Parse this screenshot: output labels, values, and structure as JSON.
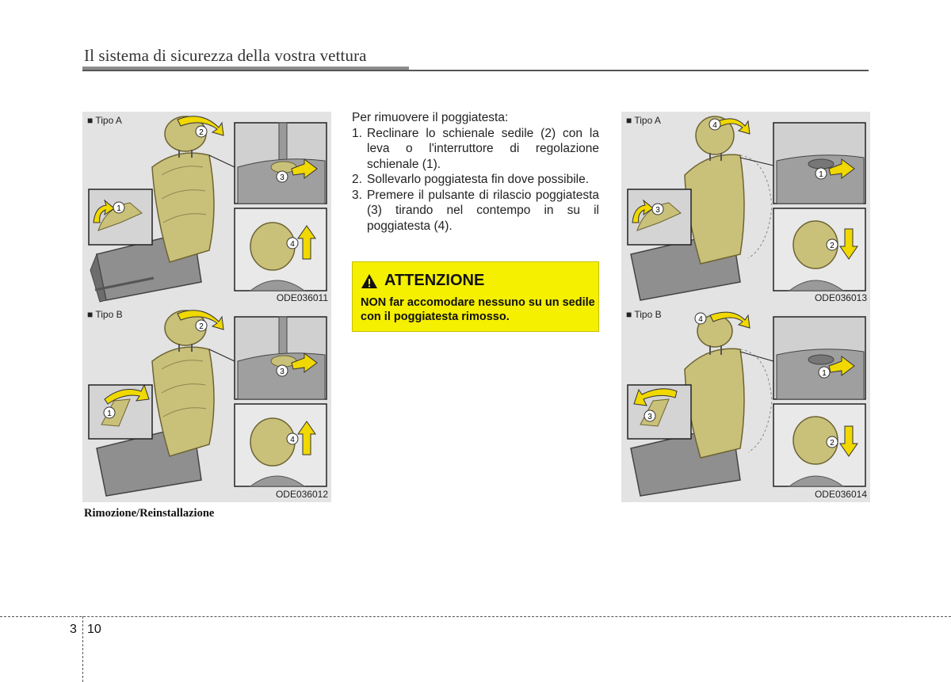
{
  "header": {
    "title": "Il sistema di sicurezza della vostra vettura"
  },
  "figures": [
    {
      "type_label": "■ Tipo A",
      "code": "ODE036011"
    },
    {
      "type_label": "■ Tipo B",
      "code": "ODE036012"
    },
    {
      "type_label": "■ Tipo A",
      "code": "ODE036013"
    },
    {
      "type_label": "■ Tipo B",
      "code": "ODE036014"
    }
  ],
  "instructions": {
    "intro": "Per rimuovere il poggiatesta:",
    "steps": [
      {
        "num": "1.",
        "text": "Reclinare lo schienale sedile (2) con la leva o l'interruttore di regolazione schienale (1)."
      },
      {
        "num": "2.",
        "text": "Sollevarlo poggiatesta fin dove possibile."
      },
      {
        "num": "3.",
        "text": "Premere il pulsante di rilascio poggiatesta (3) tirando nel contempo in su il poggiatesta (4)."
      }
    ]
  },
  "warning": {
    "title": "ATTENZIONE",
    "body": "NON far accomodare nessuno su un sedile con il poggiatesta rimosso."
  },
  "caption": "Rimozione/Reinstallazione",
  "footer": {
    "chapter": "3",
    "page": "10"
  },
  "colors": {
    "warning_bg": "#f5ef00",
    "seat_highlight": "#c9c07a",
    "arrow": "#f0d800"
  }
}
